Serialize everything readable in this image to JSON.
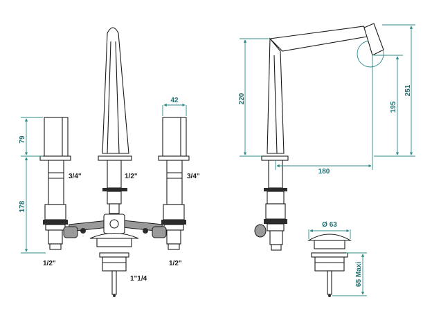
{
  "front_view": {
    "dimensions": {
      "handle_height": "79",
      "body_height": "178",
      "handle_width": "42"
    },
    "labels": {
      "left_thread": "3/4\"",
      "center_thread": "1/2\"",
      "right_thread": "3/4\"",
      "left_outlet": "1/2\"",
      "right_outlet": "1/2\"",
      "waste": "1\"1/4"
    }
  },
  "side_view": {
    "dimensions": {
      "spout_height": "220",
      "spout_reach": "180",
      "outlet_height": "195",
      "total_height": "251"
    }
  },
  "waste_view": {
    "dimensions": {
      "diameter": "Ø 63",
      "max_length": "65 Maxi"
    }
  },
  "colors": {
    "line": "#1a1a1a",
    "dimension": "#2a8a8a",
    "dimension_text": "#1f6f6f"
  }
}
